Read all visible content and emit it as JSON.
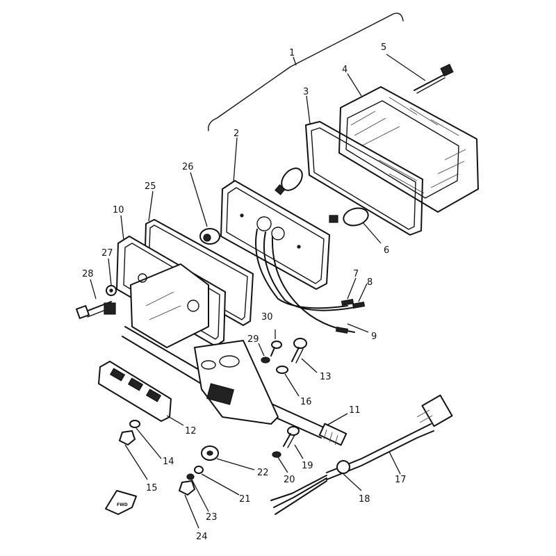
{
  "diagram": {
    "front_marker": "FWD",
    "part_numbers": [
      "1",
      "2",
      "3",
      "4",
      "5",
      "6",
      "7",
      "8",
      "9",
      "10",
      "11",
      "12",
      "13",
      "14",
      "15",
      "16",
      "17",
      "18",
      "19",
      "20",
      "21",
      "22",
      "23",
      "24",
      "25",
      "26",
      "27",
      "28",
      "29",
      "30"
    ]
  }
}
